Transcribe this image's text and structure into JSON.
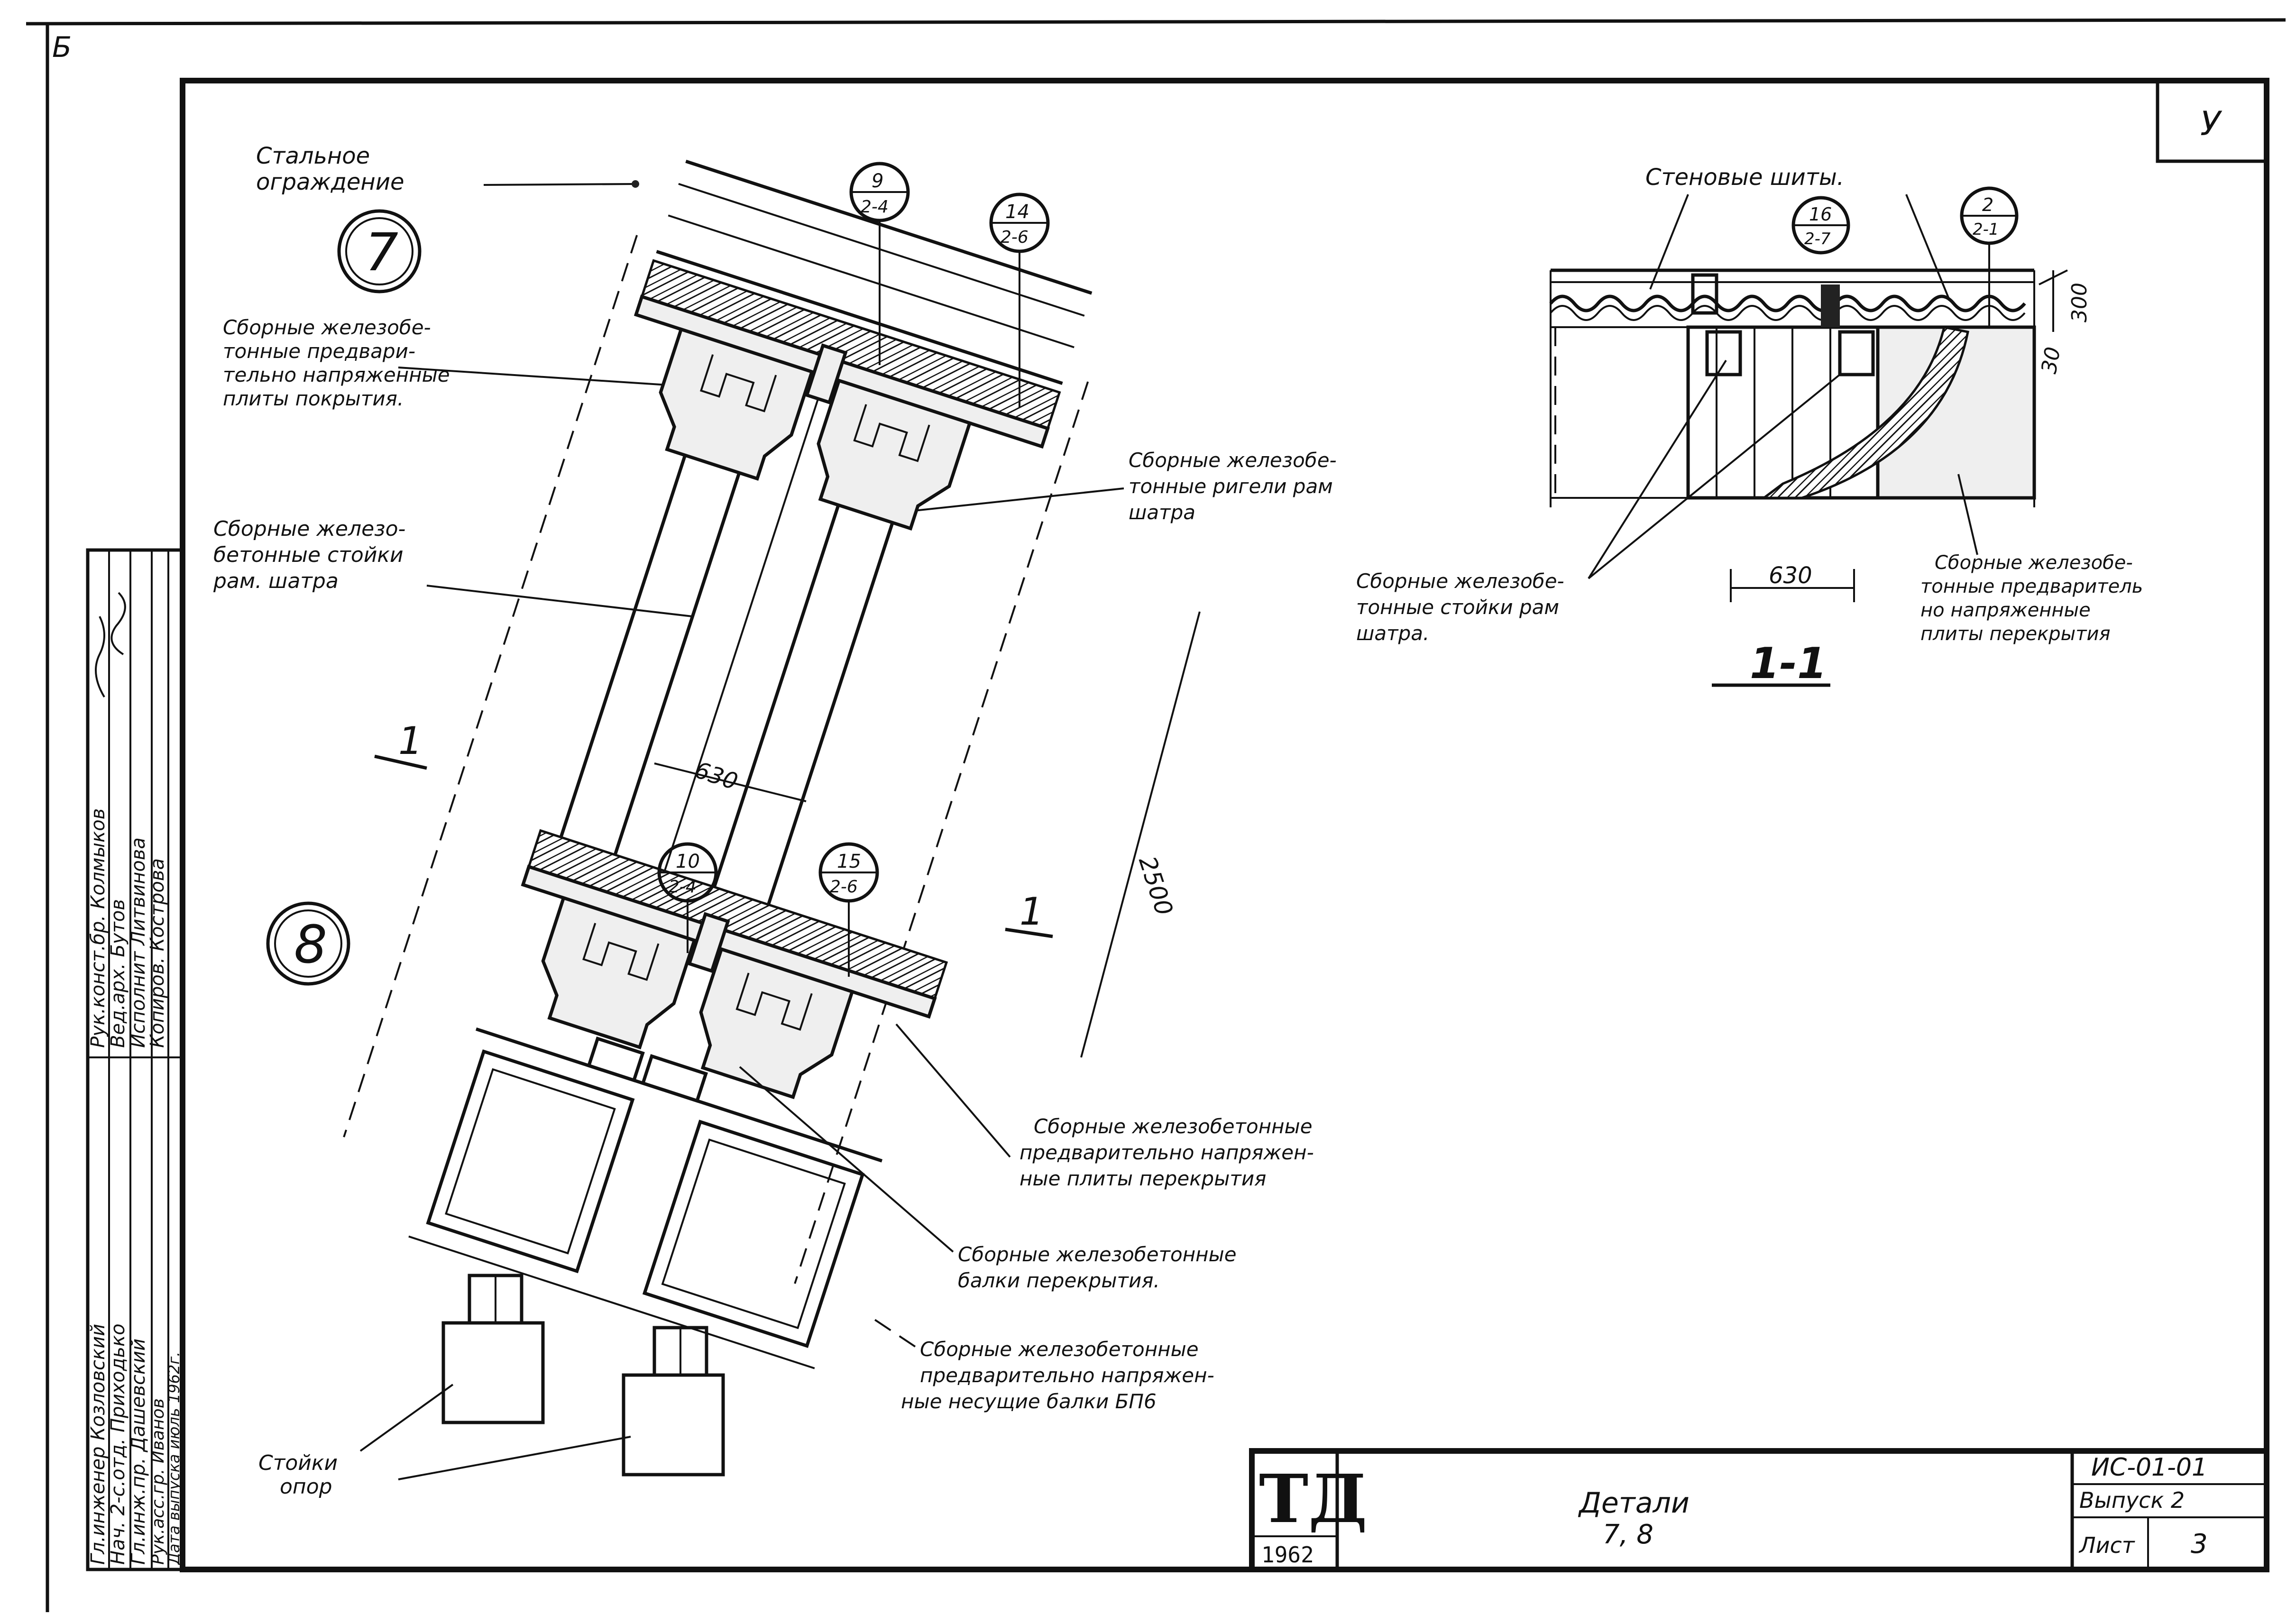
{
  "corner_mark": "Б",
  "sheet_index": "У",
  "detail7": {
    "number": "7",
    "label_steel_fence": [
      "Стальное",
      "ограждение"
    ],
    "label_roof_slabs": [
      "Сборные железобе-",
      "тонные предвари-",
      "тельно напряженные",
      "плиты покрытия."
    ],
    "label_tent_columns": [
      "Сборные железо-",
      "бетонные стойки",
      "рам. шатра"
    ],
    "label_tent_girders": [
      "Сборные железобе-",
      "тонные ригели рам",
      "шатра"
    ],
    "callout_a": {
      "top": "9",
      "bottom": "2-4"
    },
    "callout_b": {
      "top": "14",
      "bottom": "2-6"
    },
    "dim_630": "630",
    "dim_2500": "2500",
    "section_left": "1",
    "section_right": "1"
  },
  "detail8": {
    "number": "8",
    "callout_a": {
      "top": "10",
      "bottom": "2-4"
    },
    "callout_b": {
      "top": "15",
      "bottom": "2-6"
    },
    "label_floor_slabs": [
      "Сборные железобетонные",
      "предварительно напряжен-",
      "ные плиты перекрытия"
    ],
    "label_floor_beams": [
      "Сборные железобетонные",
      "балки перекрытия."
    ],
    "label_bearing_beams": [
      "Сборные железобетонные",
      "предварительно напряжен-",
      "ные несущие балки БП6"
    ],
    "label_support_posts": [
      "Стойки",
      "опор"
    ]
  },
  "section11": {
    "title": "1-1",
    "label_wall_panels": "Стеновые шиты.",
    "callout_a": {
      "top": "16",
      "bottom": "2-7"
    },
    "callout_b": {
      "top": "2",
      "bottom": "2-1"
    },
    "dim_630": "630",
    "dim_300": "300",
    "dim_30": "30",
    "label_columns": [
      "Сборные железобе-",
      "тонные стойки рам",
      "шатра."
    ],
    "label_floor_slabs": [
      "Сборные железобе-",
      "тонные предваритель",
      "но напряженные",
      "плиты перекрытия"
    ]
  },
  "signature_block": {
    "rows": [
      "Гл.инженер Козловский",
      "Нач. 2-с.отд. Приходько",
      "Гл.инж.пр. Дашевский",
      "Рук.асс.гр. Иванов",
      "Дата выпуска июль 1962г."
    ],
    "rows2": [
      "Рук.конст.бр. Колмыков",
      "Вед.арх. Бутов",
      "Исполнит Литвинова",
      "Копиров. Кострова"
    ]
  },
  "title_block": {
    "logo": "ТД",
    "year": "1962",
    "title": "Детали",
    "subtitle": "7, 8",
    "code": "ИС-01-01",
    "issue": "Выпуск 2",
    "sheet_label": "Лист",
    "sheet_number": "3"
  }
}
